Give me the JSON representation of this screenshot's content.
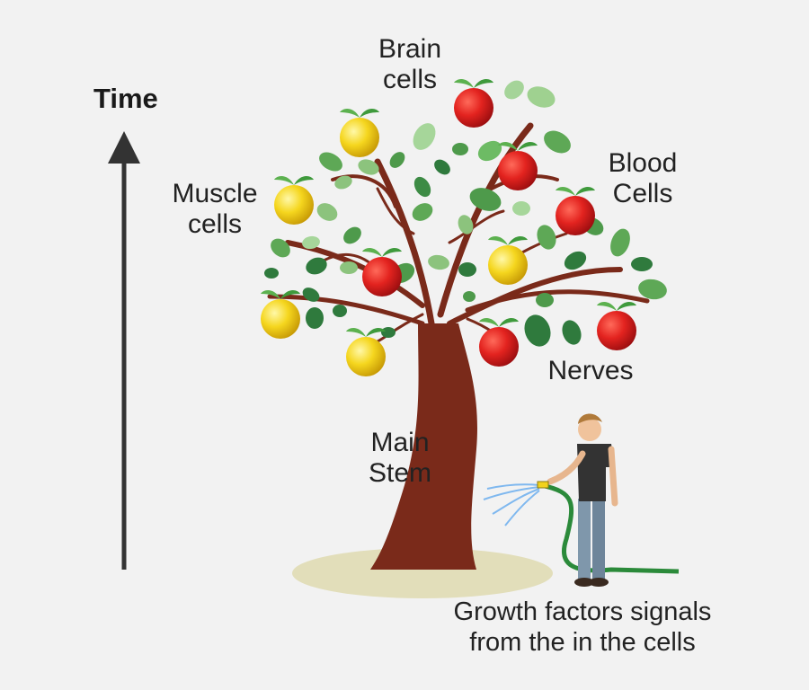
{
  "axis": {
    "label": "Time"
  },
  "labels": {
    "brain": "Brain cells",
    "muscle": "Muscle cells",
    "blood": "Blood Cells",
    "nerves": "Nerves",
    "stem": "Main Stem",
    "growth": "Growth factors signals from the in the cells"
  },
  "colors": {
    "background": "#f2f2f2",
    "trunk": "#7a2a1a",
    "red_fruit": "#d8201f",
    "yellow_fruit": "#f3d21c",
    "leaf": "#5fa85a",
    "ground": "#e3dfbd",
    "arrow": "#333333"
  }
}
